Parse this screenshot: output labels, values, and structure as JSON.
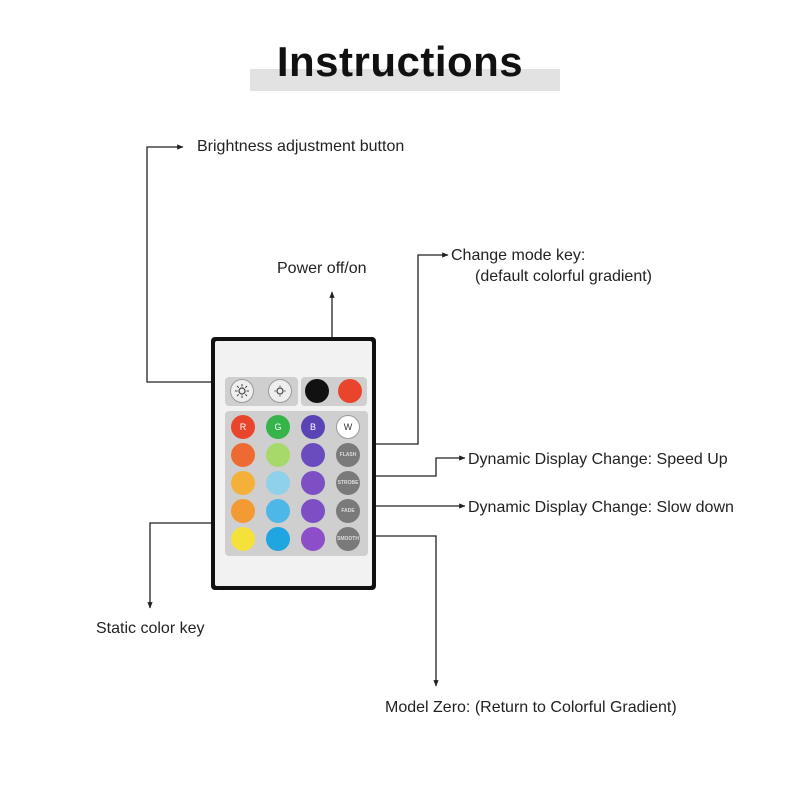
{
  "title": "Instructions",
  "labels": {
    "brightness": "Brightness adjustment button",
    "power": "Power off/on",
    "mode_line1": "Change mode key:",
    "mode_line2": "(default colorful gradient)",
    "speed_up": "Dynamic Display Change: Speed Up",
    "slow_down": "Dynamic Display Change: Slow down",
    "static_color": "Static color key",
    "model_zero": "Model Zero: (Return to Colorful Gradient)"
  },
  "remote": {
    "buttons_rgbw": [
      "R",
      "G",
      "B",
      "W"
    ],
    "function_keys": [
      "FLASH",
      "STROBE",
      "FADE",
      "SMOOTH"
    ],
    "colors": {
      "red": "#e8452c",
      "green": "#35b44a",
      "blue": "#5a43b5",
      "white": "#ffffff",
      "black": "#111111",
      "orange1": "#ee6a33",
      "orange2": "#f49a32",
      "orange3": "#f5b03a",
      "yellow": "#f5e13a",
      "lime": "#a6d86a",
      "sky1": "#8fd0ea",
      "sky2": "#4db8e8",
      "cyan": "#1fa6e0",
      "purple1": "#6a4cbf",
      "purple2": "#7c4fc4",
      "purple3": "#8c4fc9",
      "grey": "#7a7a7a"
    }
  }
}
